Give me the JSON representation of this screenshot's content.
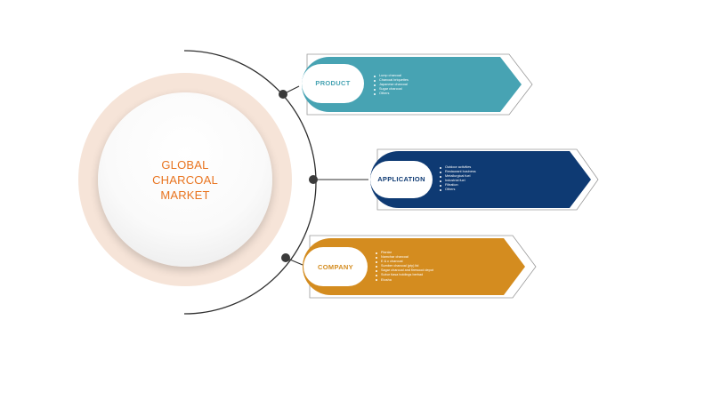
{
  "center": {
    "title": "GLOBAL CHARCOAL MARKET"
  },
  "colors": {
    "ring": "#f6e4d8",
    "title": "#e8731e",
    "product": "#47a3b3",
    "application": "#0e3a73",
    "company": "#d48c1f",
    "connector": "#2f2f2f"
  },
  "segments": [
    {
      "label": "PRODUCT",
      "items": [
        "Lump charcoal",
        "Charcoal briquettes",
        "Japanese charcoal",
        "Sugar charcoal",
        "Others"
      ]
    },
    {
      "label": "APPLICATION",
      "items": [
        "Outdoor activities",
        "Restaurant business",
        "Metallurgical fuel",
        "Industrial fuel",
        "Filtration",
        "Others"
      ]
    },
    {
      "label": "COMPANY",
      "items": [
        "Plantar",
        "Namchar charcoal",
        "E & c charcoal",
        "Sumber charcoal (pty) ltd",
        "Sagar charcoal and firewood depot",
        "Subur tiasa holdings berhad",
        "Etosha"
      ]
    }
  ]
}
